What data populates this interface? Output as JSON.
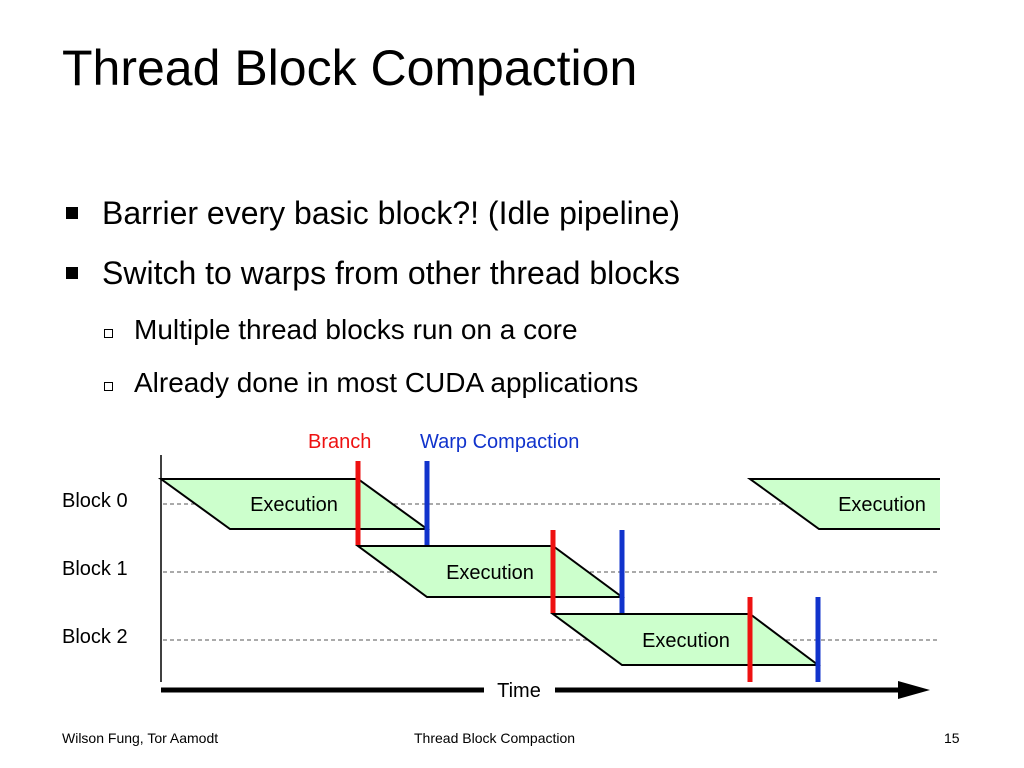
{
  "slide": {
    "title": "Thread Block Compaction",
    "bullets": [
      {
        "level": 1,
        "text": "Barrier every basic block?! (Idle pipeline)"
      },
      {
        "level": 1,
        "text": "Switch to warps from other thread blocks"
      },
      {
        "level": 2,
        "text": "Multiple thread blocks run on a core"
      },
      {
        "level": 2,
        "text": "Already done in most CUDA applications"
      }
    ]
  },
  "diagram": {
    "legend": {
      "branch": "Branch",
      "warp_compaction": "Warp Compaction"
    },
    "rows": [
      "Block 0",
      "Block 1",
      "Block 2"
    ],
    "execution_label": "Execution",
    "axis_label": "Time",
    "colors": {
      "branch": "#ee1111",
      "warp_compaction": "#1133cc",
      "execution_fill": "#ccffcc",
      "outline": "#000000"
    }
  },
  "footer": {
    "authors": "Wilson Fung, Tor Aamodt",
    "center": "Thread Block Compaction",
    "page": "15"
  }
}
